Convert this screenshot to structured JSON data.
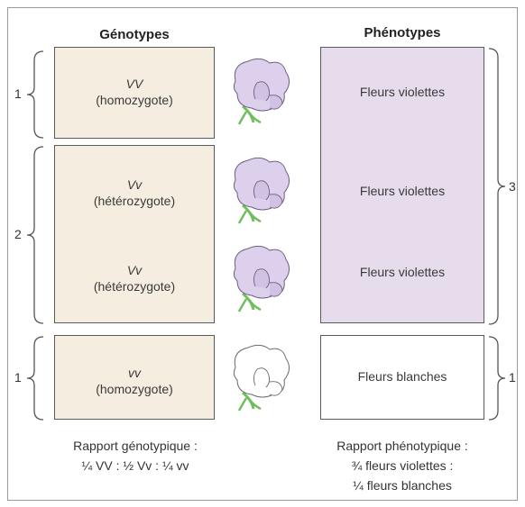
{
  "headers": {
    "genotypes": "Génotypes",
    "phenotypes": "Phénotypes"
  },
  "genotype_rows": [
    {
      "symbol": "VV",
      "label": "(homozygote)"
    },
    {
      "symbol": "Vv",
      "label": "(hétérozygote)"
    },
    {
      "symbol": "Vv",
      "label": "(hétérozygote)"
    },
    {
      "symbol": "vv",
      "label": "(homozygote)"
    }
  ],
  "phenotype_rows": [
    "Fleurs violettes",
    "Fleurs violettes",
    "Fleurs violettes",
    "Fleurs blanches"
  ],
  "left_counts": [
    "1",
    "2",
    "1"
  ],
  "right_counts": [
    "3",
    "1"
  ],
  "ratios": {
    "genotypic_label": "Rapport génotypique :",
    "genotypic_value": "¼ VV : ½ Vv : ¼ vv",
    "phenotypic_label": "Rapport phénotypique :",
    "phenotypic_line1": "¾ fleurs violettes :",
    "phenotypic_line2": "¼ fleurs blanches"
  },
  "colors": {
    "genotype_fill": "#f5eee0",
    "purple_fill": "#e6dcec",
    "white_fill": "#ffffff",
    "flower_purple": "#dcd0ec",
    "stem_green": "#7cc96a"
  },
  "icons": [
    "purple-sweet-pea-flower",
    "purple-sweet-pea-flower",
    "purple-sweet-pea-flower",
    "white-sweet-pea-flower"
  ]
}
